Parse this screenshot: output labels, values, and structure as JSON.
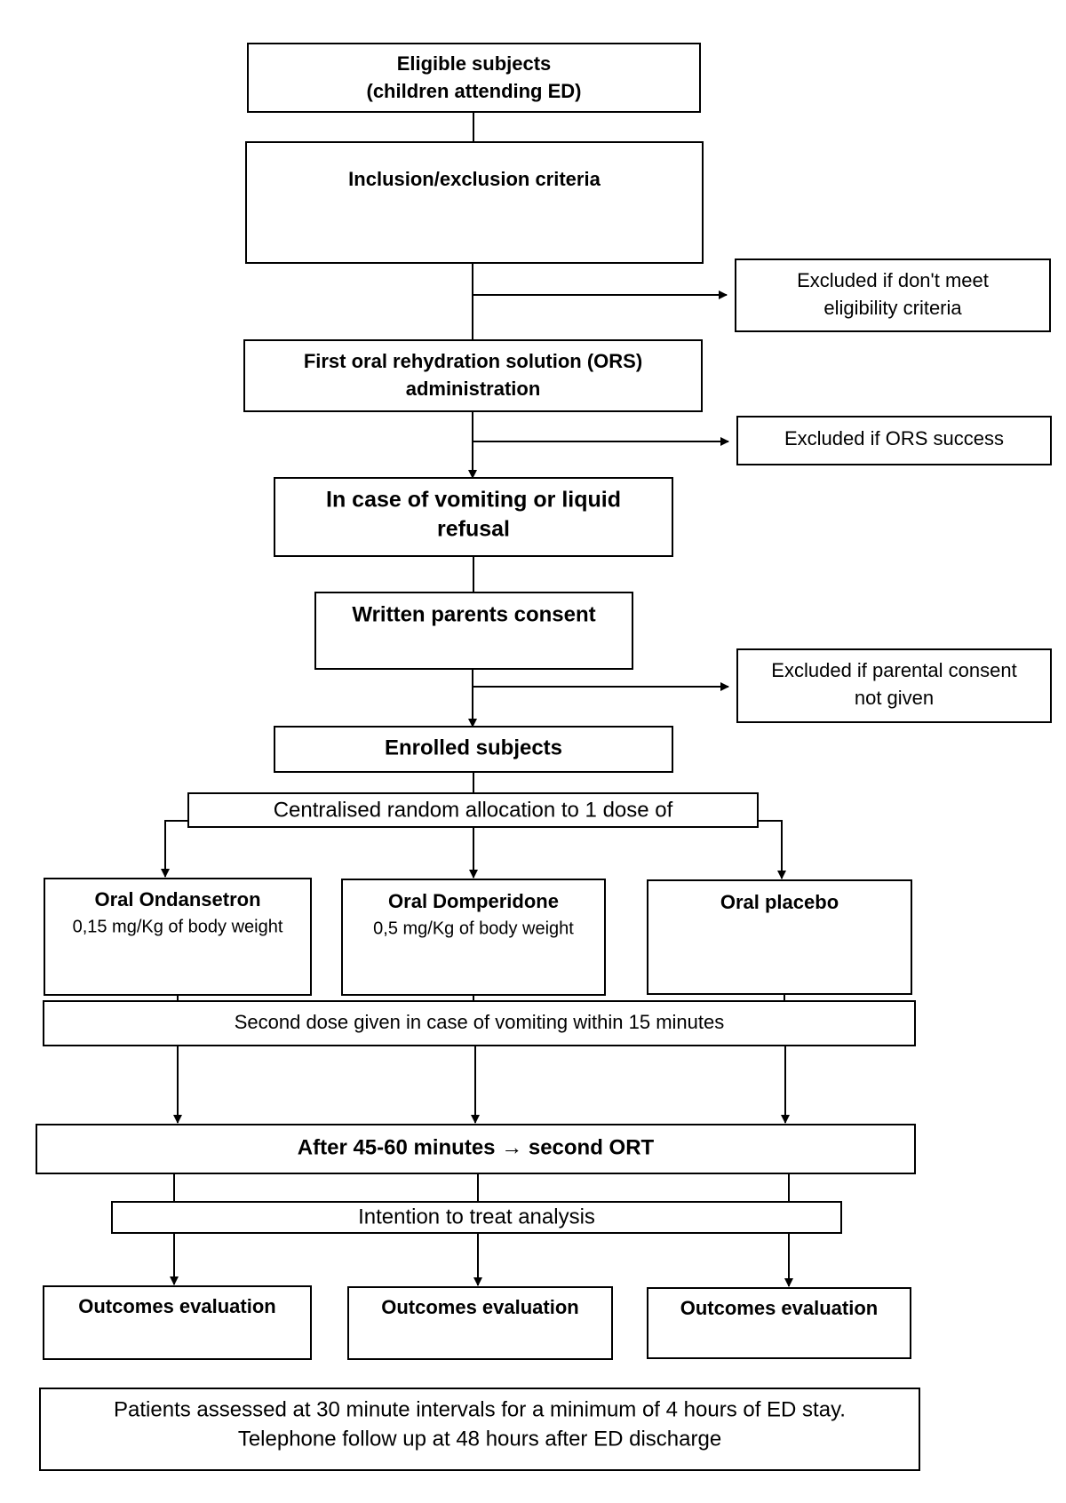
{
  "nodes": {
    "eligible": [
      "Eligible subjects",
      "(children attending ED)"
    ],
    "criteria": [
      "Inclusion/exclusion criteria"
    ],
    "excl_eligibility": [
      "Excluded if don't meet",
      "eligibility criteria"
    ],
    "first_ors": [
      "First oral rehydration solution (ORS)",
      "administration"
    ],
    "excl_ors": [
      "Excluded if ORS success"
    ],
    "vomiting": [
      "In case of vomiting or liquid",
      "refusal"
    ],
    "consent": [
      "Written parents consent"
    ],
    "excl_consent": [
      "Excluded if parental consent",
      "not given"
    ],
    "enrolled": [
      "Enrolled subjects"
    ],
    "allocation": [
      "Centralised random allocation to 1 dose of"
    ],
    "ondansetron": [
      "Oral Ondansetron",
      "0,15 mg/Kg of body weight"
    ],
    "domperidone": [
      "Oral Domperidone",
      "0,5 mg/Kg of body weight"
    ],
    "placebo": [
      "Oral placebo"
    ],
    "second_dose": [
      "Second dose given in case of vomiting within 15 minutes"
    ],
    "second_ort": [
      "After 45-60 minutes → second ORT"
    ],
    "itt": [
      "Intention to treat analysis"
    ],
    "outcome_1": [
      "Outcomes evaluation"
    ],
    "outcome_2": [
      "Outcomes evaluation"
    ],
    "outcome_3": [
      "Outcomes evaluation"
    ],
    "followup": [
      "Patients assessed at 30 minute intervals for a minimum of 4 hours of ED stay.",
      "Telephone follow up at  48 hours after ED discharge"
    ]
  }
}
